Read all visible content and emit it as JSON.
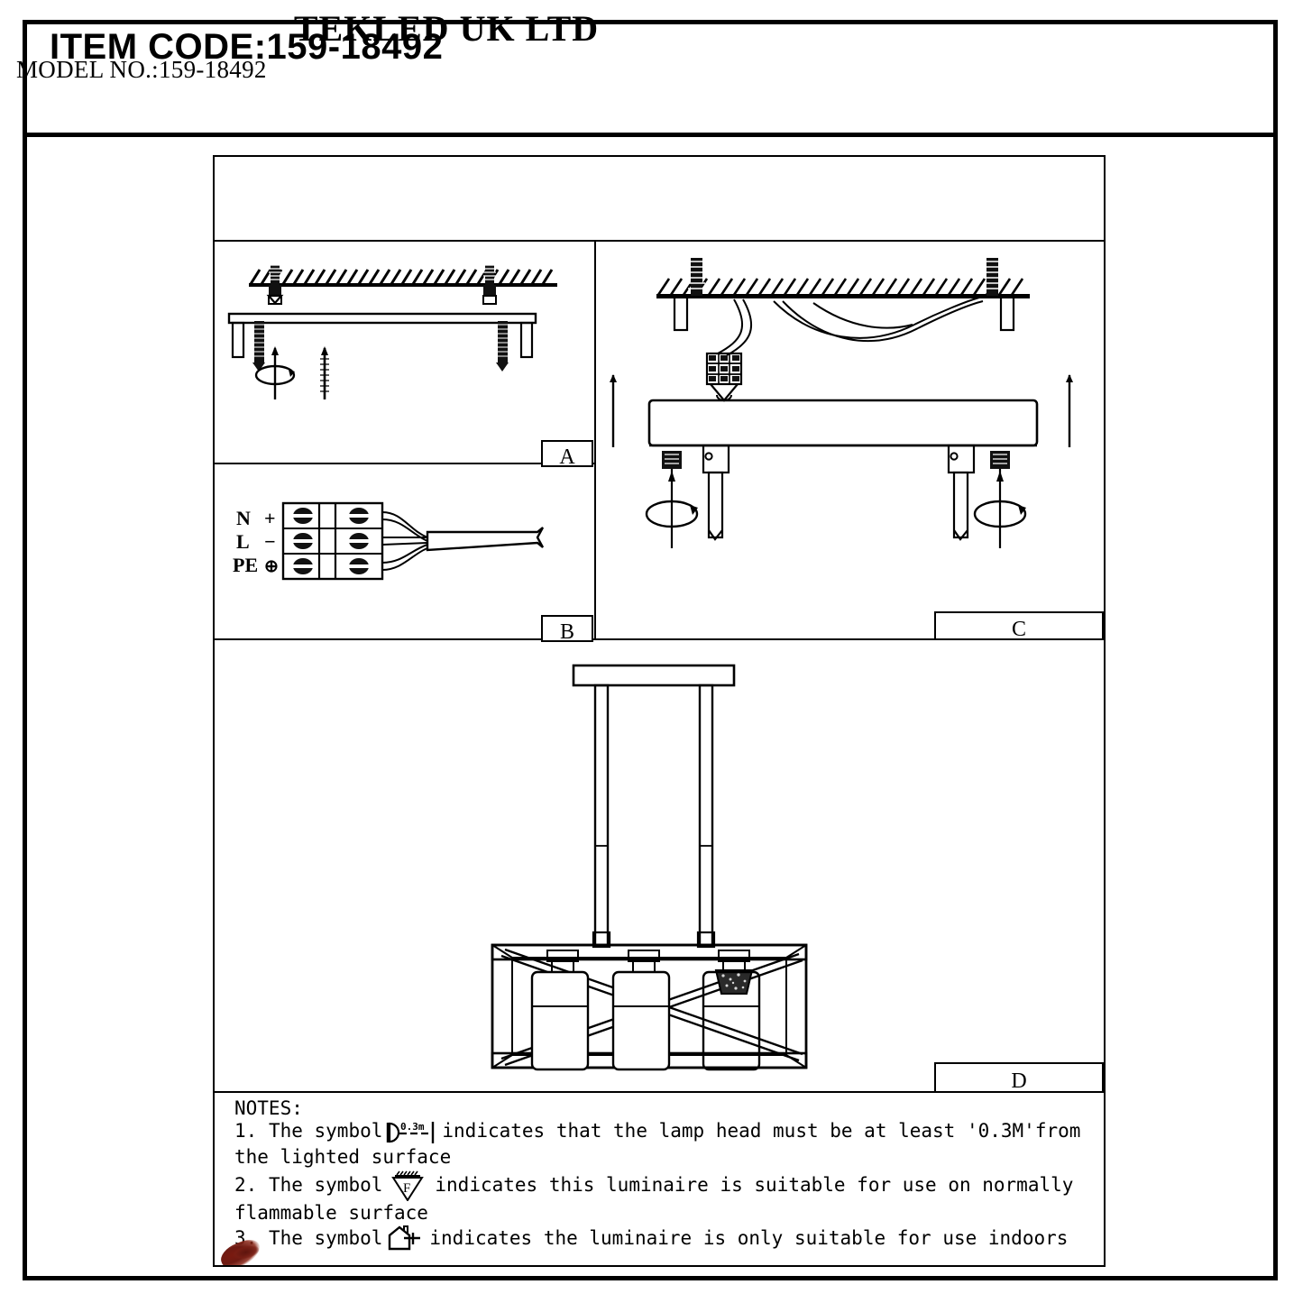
{
  "header": {
    "item_code_label": "ITEM CODE:159-18492"
  },
  "manual": {
    "brand": "TEKLED UK LTD",
    "model_label": "MODEL NO.:159-18492"
  },
  "panels": [
    {
      "id": "A",
      "label": "A",
      "name": "bracket-mounting-step"
    },
    {
      "id": "B",
      "label": "B",
      "name": "terminal-block-wiring-step"
    },
    {
      "id": "C",
      "label": "C",
      "name": "ceiling-canopy-step"
    },
    {
      "id": "D",
      "label": "D",
      "name": "assembled-fixture-view"
    }
  ],
  "terminal_block": {
    "rows": [
      {
        "name": "N",
        "symbol": "+"
      },
      {
        "name": "L",
        "symbol": "−"
      },
      {
        "name": "PE",
        "symbol": "⊕"
      }
    ]
  },
  "notes": {
    "title": "NOTES:",
    "items": [
      {
        "number": "1.",
        "prefix": "The symbol",
        "symbol": "min-distance-0.3m-symbol",
        "symbol_value": "0.3m",
        "suffix": "indicates that the lamp head must be at least '0.3M'from",
        "continuation": "the lighted surface"
      },
      {
        "number": "2.",
        "prefix": "The symbol",
        "symbol": "f-mark-triangle-symbol",
        "symbol_value": "F",
        "suffix": "indicates this luminaire is suitable for use on normally",
        "continuation": "flammable surface"
      },
      {
        "number": "3.",
        "prefix": "The symbol",
        "symbol": "indoor-use-house-symbol",
        "symbol_value": "",
        "suffix": "indicates the luminaire is only suitable for use indoors",
        "continuation": ""
      }
    ]
  },
  "colors": {
    "line": "#000000",
    "background": "#ffffff",
    "smudge": "#6d1a12"
  }
}
